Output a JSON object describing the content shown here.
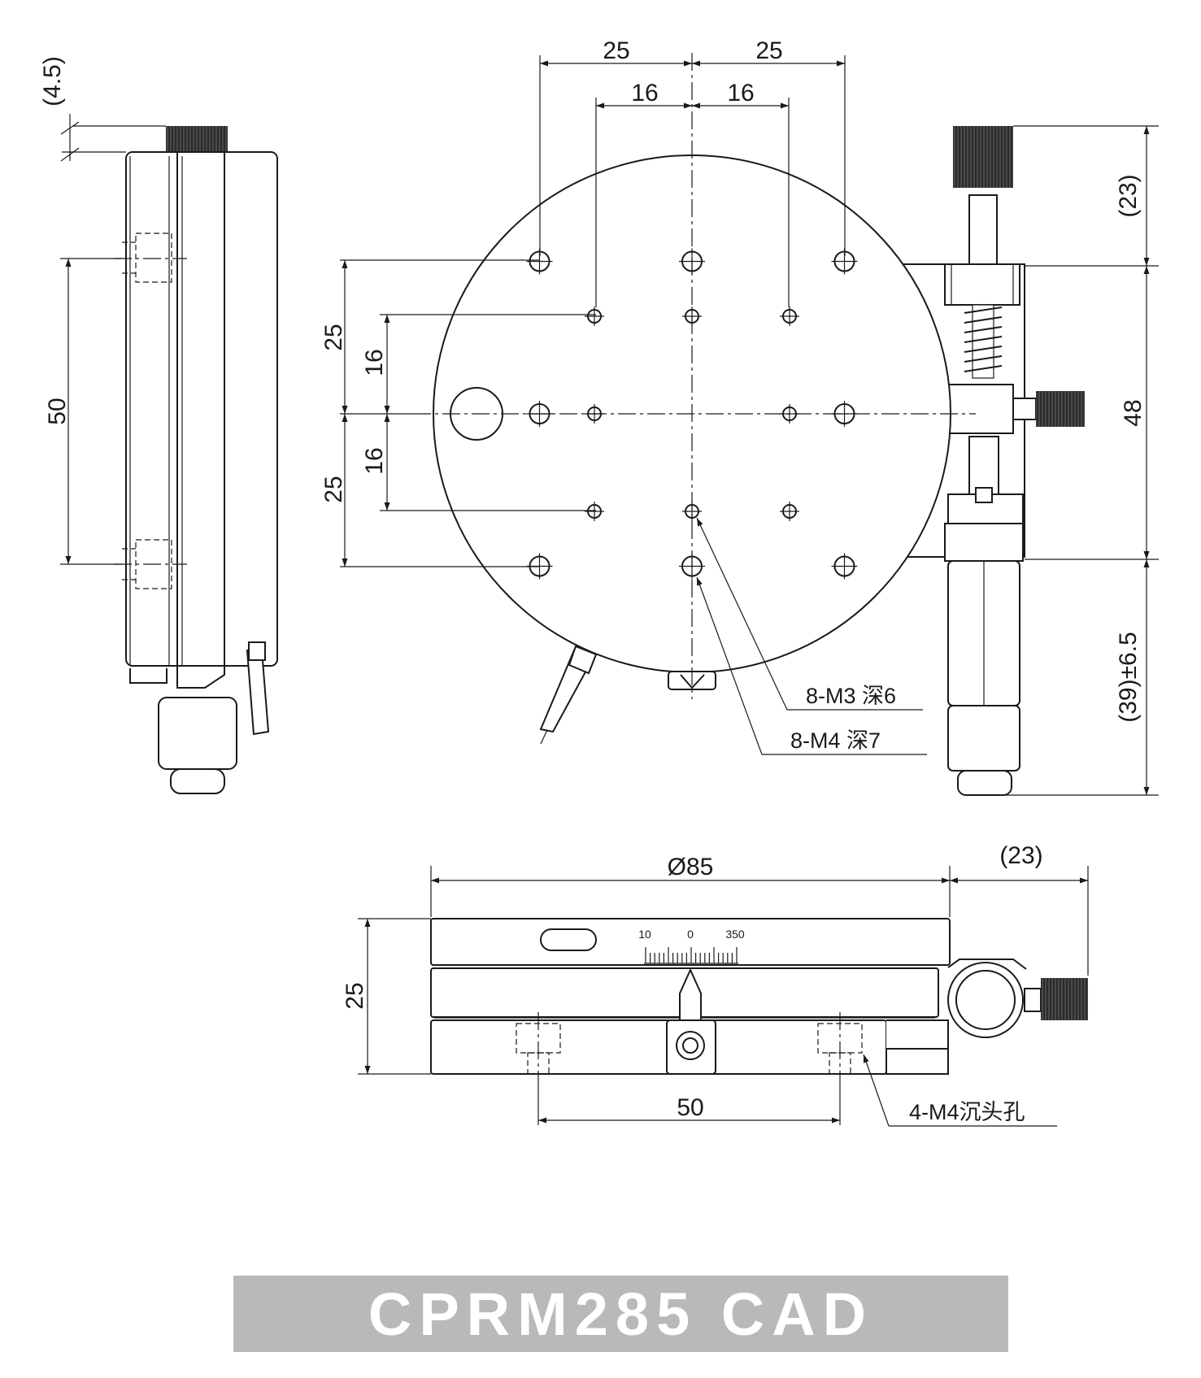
{
  "dimensions": {
    "side_view": {
      "top_offset": "(4.5)",
      "hole_pitch": "50"
    },
    "top_view": {
      "top_left": "25",
      "top_right": "25",
      "inner_left": "16",
      "inner_right": "16",
      "left_upper_outer": "25",
      "left_upper_inner": "16",
      "left_lower_inner": "16",
      "left_lower_outer": "25",
      "micrometer_knob": "(23)",
      "micrometer_body": "48",
      "micrometer_travel": "(39)±6.5"
    },
    "front_view": {
      "diameter": "Ø85",
      "micrometer_width": "(23)",
      "height": "25",
      "base_hole_pitch": "50"
    }
  },
  "callouts": {
    "m3_holes": "8-M3 深6",
    "m4_holes": "8-M4 深7",
    "counterbore": "4-M4沉头孔"
  },
  "scale": {
    "left": "10",
    "center": "0",
    "right": "350"
  },
  "title": "CPRM285 CAD"
}
